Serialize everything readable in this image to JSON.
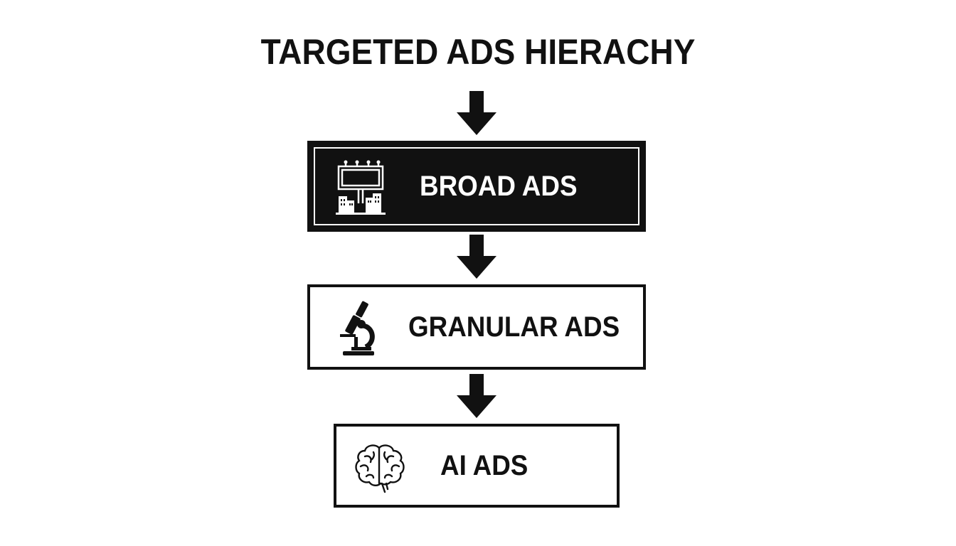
{
  "title": "TARGETED ADS HIERACHY",
  "levels": [
    {
      "label": "BROAD ADS",
      "icon": "billboard-city-icon",
      "style": "dark"
    },
    {
      "label": "GRANULAR ADS",
      "icon": "microscope-icon",
      "style": "light"
    },
    {
      "label": "AI ADS",
      "icon": "brain-icon",
      "style": "light"
    }
  ],
  "colors": {
    "ink": "#111111",
    "background": "#ffffff"
  }
}
